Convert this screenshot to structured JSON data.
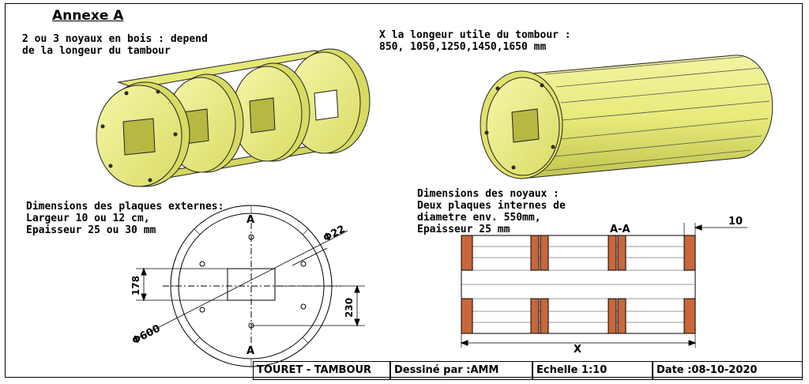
{
  "title": "Annexe A",
  "notes": {
    "cores_line1": "2 ou 3 noyaux en bois : depend",
    "cores_line2": "de la longeur du tambour",
    "length_line1": "X la longeur utile du tombour :",
    "length_line2": "850, 1050,1250,1450,1650 mm",
    "plates_line1": "Dimensions des plaques externes:",
    "plates_line2": "Largeur 10 ou 12 cm,",
    "plates_line3": "Epaisseur 25 ou 30 mm",
    "cores_dim_line1": "Dimensions des noyaux :",
    "cores_dim_line2": "Deux plaques internes de",
    "cores_dim_line3": "diametre env. 550mm,",
    "cores_dim_line4": "Epaisseur 25 mm"
  },
  "dimensions": {
    "section_top": "A",
    "section_bottom": "A",
    "hole_diameter": "Φ22",
    "outer_diameter": "Φ600",
    "left_height": "178",
    "right_height": "230",
    "section_label": "A-A",
    "plate_thickness": "10",
    "length_x": "X"
  },
  "title_block": {
    "name": "TOURET - TAMBOUR",
    "drawn_by": "Dessiné par :AMM",
    "scale": "Echelle   1:10",
    "date": "Date :08-10-2020"
  },
  "colors": {
    "wood": "#eef08a",
    "wood_dark": "#c9cc55",
    "brick": "#c8683a",
    "line": "#000000"
  }
}
